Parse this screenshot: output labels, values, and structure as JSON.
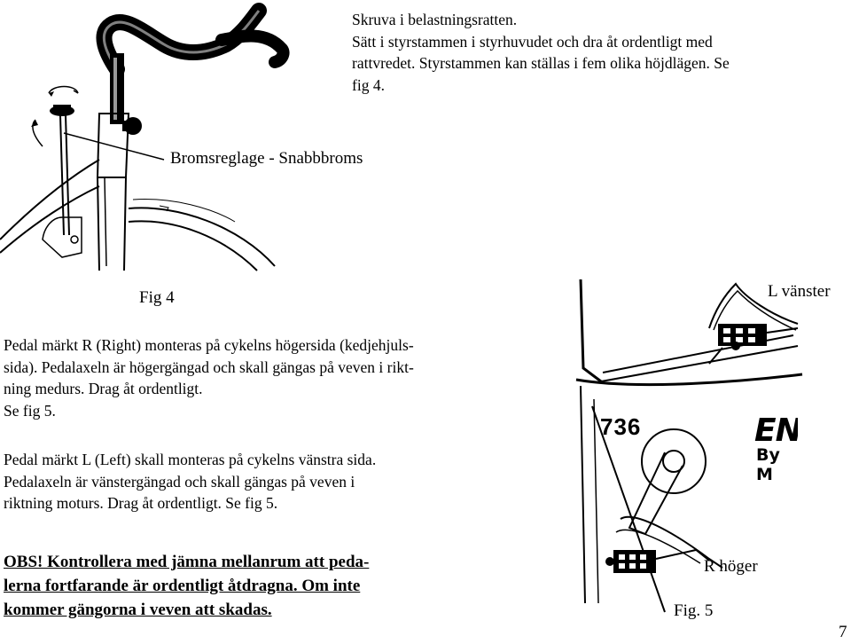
{
  "fig4": {
    "instructions": [
      "Skruva i belastningsratten.",
      "Sätt i styrstammen i styrhuvudet och dra åt ordentligt med",
      "rattvredet. Styrstammen kan ställas i fem olika höjdlägen. Se",
      "fig 4."
    ],
    "callout": "Bromsreglage - Snabbbroms",
    "caption": "Fig 4"
  },
  "pedal_right": {
    "lines": [
      "Pedal märkt R (Right) monteras på cykelns högersida (kedjehjuls-",
      "sida). Pedalaxeln är högergängad och skall gängas på veven i rikt-",
      "ning medurs. Drag åt ordentligt.",
      "Se fig 5."
    ]
  },
  "pedal_left": {
    "lines": [
      "Pedal märkt L (Left) skall monteras på cykelns vänstra sida.",
      "Pedalaxeln är vänstergängad och skall gängas på veven i",
      "riktning moturs. Drag åt ordentligt. Se fig 5."
    ]
  },
  "warning": {
    "lines": [
      "OBS! Kontrollera med jämna mellanrum att peda-",
      "lerna fortfarande är ordentligt åtdragna. Om inte",
      "kommer gängorna i veven att skadas."
    ]
  },
  "fig5": {
    "label_left": "L vänster",
    "label_right": "R höger",
    "caption": "Fig. 5",
    "model_number": "736",
    "brand_partial": "EN",
    "brand_sub_partial": "By M"
  },
  "page_number": "7"
}
